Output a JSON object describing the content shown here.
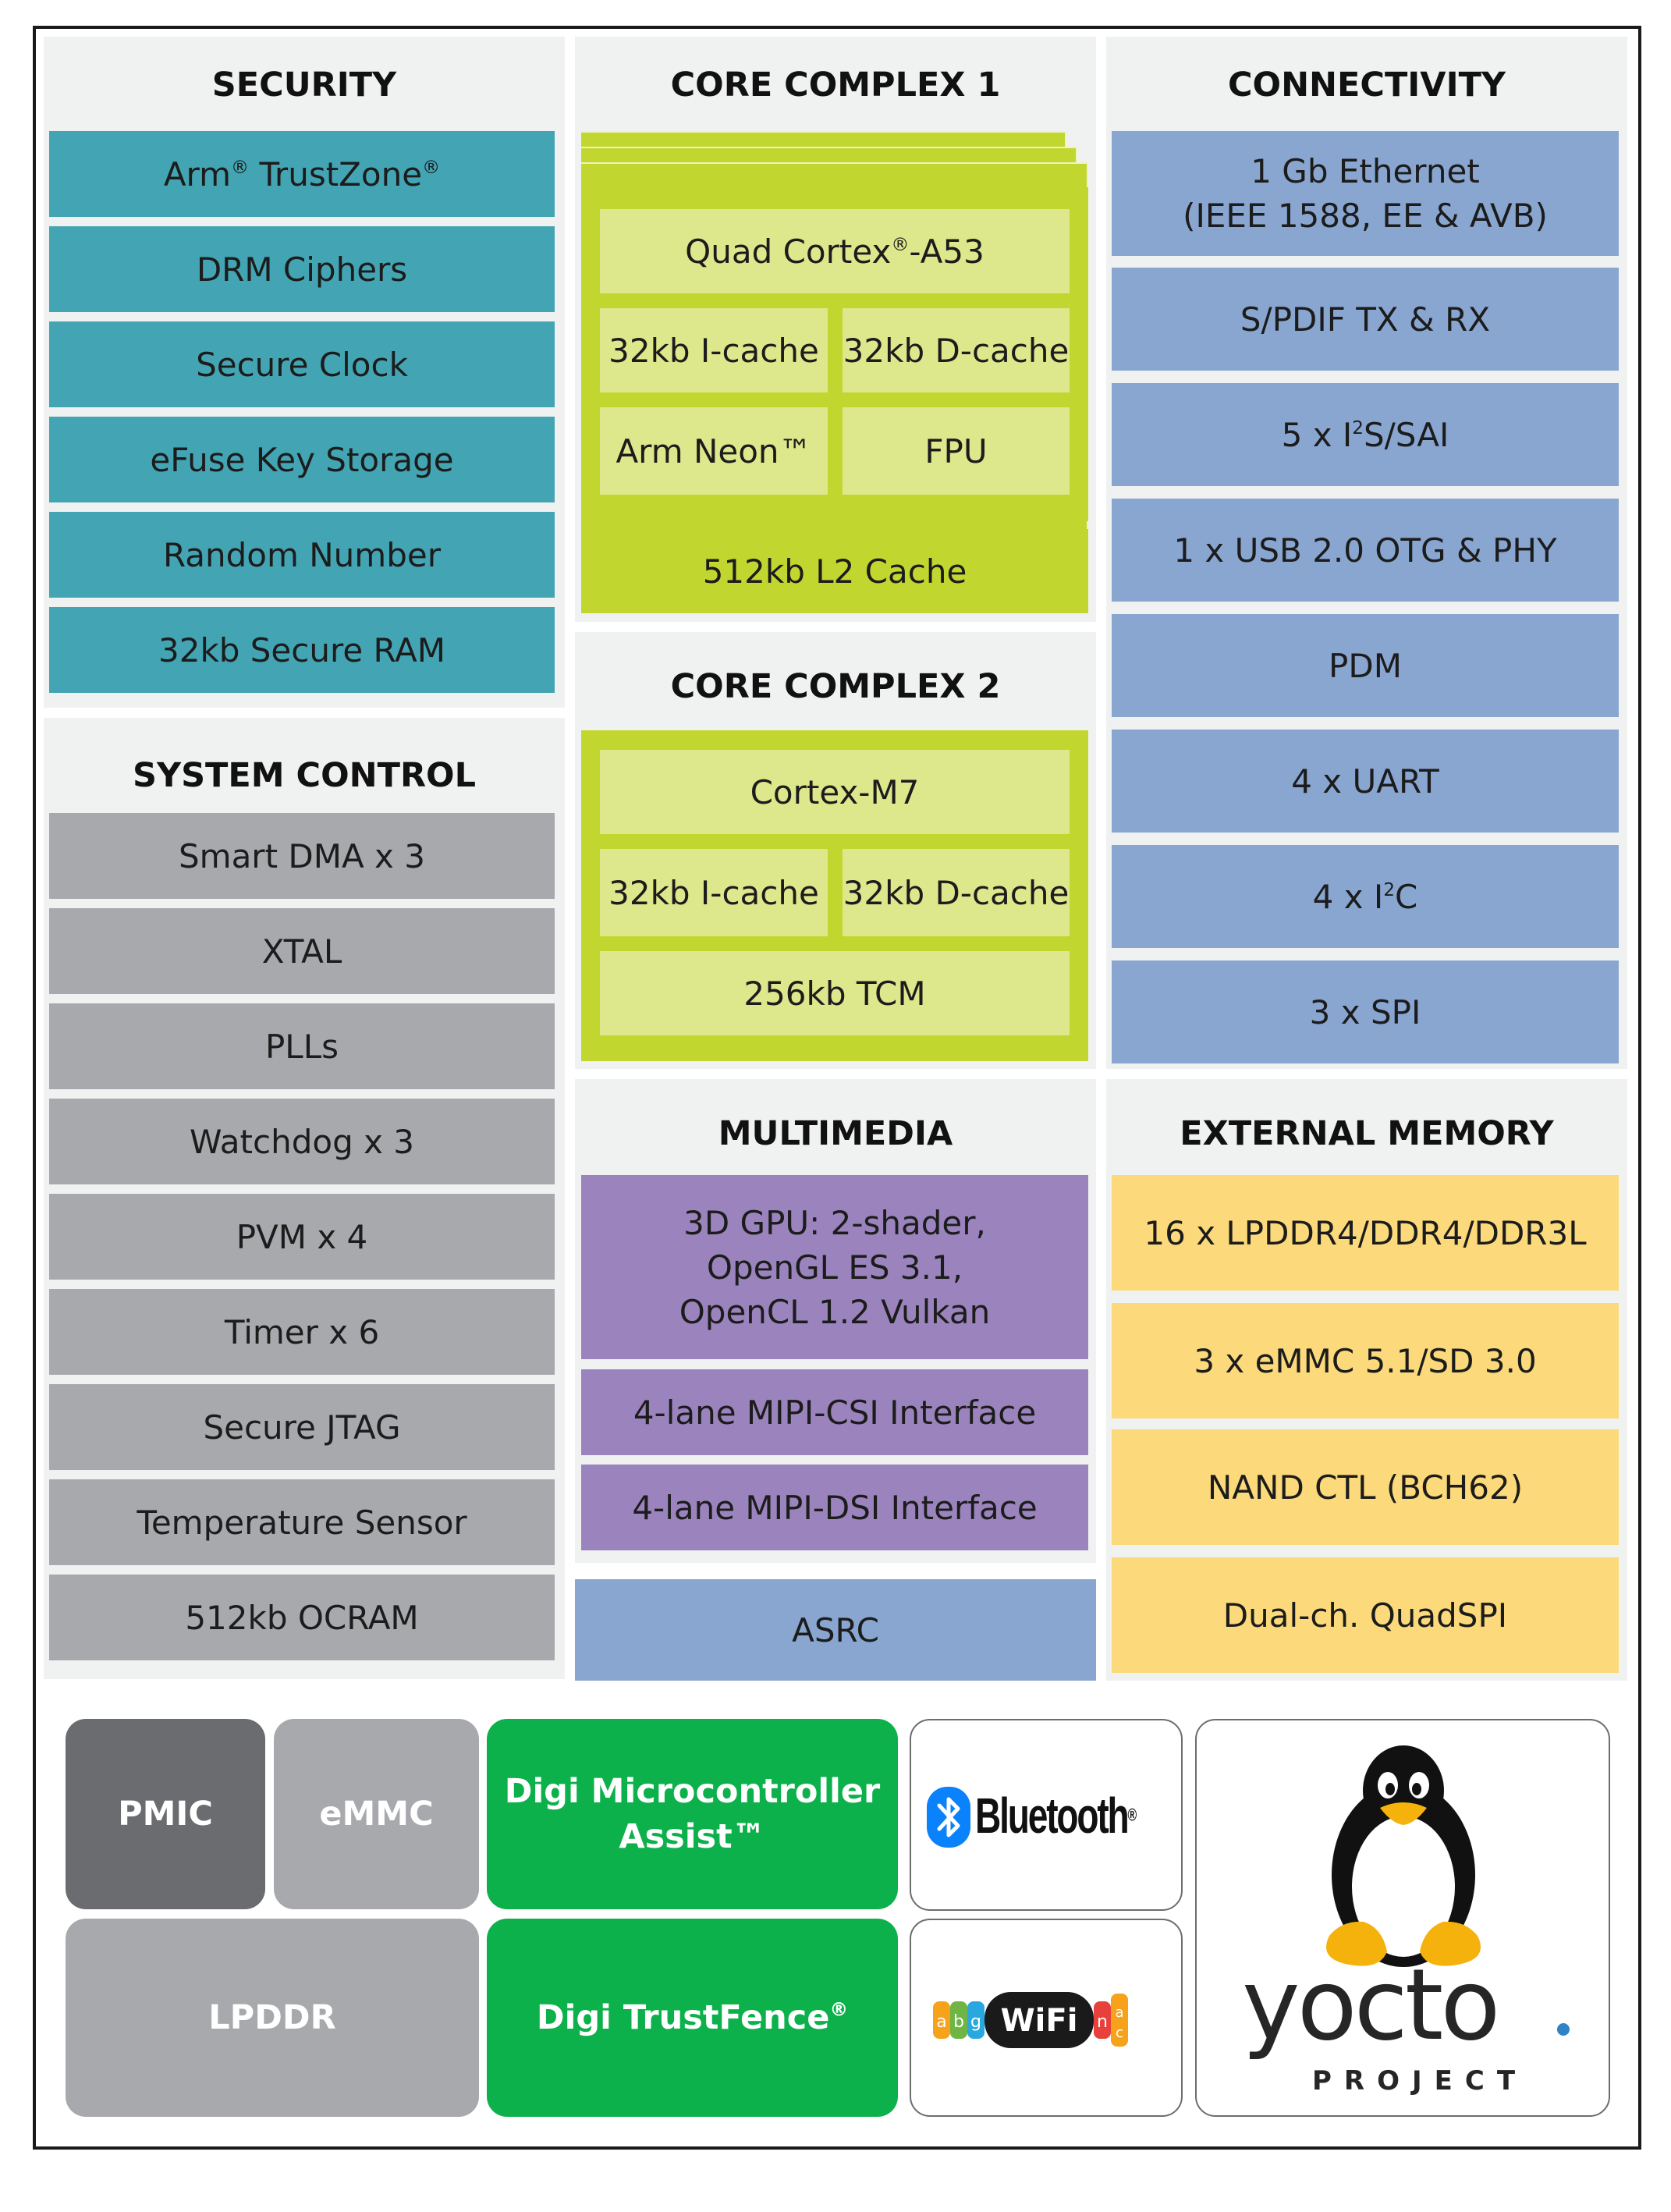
{
  "security": {
    "title": "SECURITY",
    "items": [
      "Arm® TrustZone®",
      "DRM Ciphers",
      "Secure Clock",
      "eFuse Key Storage",
      "Random Number",
      "32kb Secure RAM"
    ]
  },
  "system_control": {
    "title": "SYSTEM CONTROL",
    "items": [
      "Smart DMA x 3",
      "XTAL",
      "PLLs",
      "Watchdog x 3",
      "PVM x 4",
      "Timer x 6",
      "Secure JTAG",
      "Temperature Sensor",
      "512kb OCRAM"
    ]
  },
  "core1": {
    "title": "CORE COMPLEX 1",
    "cpu": "Quad Cortex®-A53",
    "icache": "32kb I-cache",
    "dcache": "32kb D-cache",
    "neon": "Arm Neon™",
    "fpu": "FPU",
    "l2": "512kb L2 Cache"
  },
  "core2": {
    "title": "CORE COMPLEX 2",
    "cpu": "Cortex-M7",
    "icache": "32kb I-cache",
    "dcache": "32kb D-cache",
    "tcm": "256kb TCM"
  },
  "multimedia": {
    "title": "MULTIMEDIA",
    "gpu_line1": "3D GPU: 2-shader,",
    "gpu_line2": "OpenGL ES 3.1,",
    "gpu_line3": "OpenCL 1.2 Vulkan",
    "csi": "4-lane MIPI-CSI Interface",
    "dsi": "4-lane MIPI-DSI Interface"
  },
  "asrc": "ASRC",
  "connectivity": {
    "title": "CONNECTIVITY",
    "eth_line1": "1 Gb Ethernet",
    "eth_line2": "(IEEE 1588, EE & AVB)",
    "spdif": "S/PDIF TX & RX",
    "i2s_pre": "5 x I",
    "i2s_sup": "2",
    "i2s_post": "S/SAI",
    "usb": "1 x USB 2.0 OTG & PHY",
    "pdm": "PDM",
    "uart": "4 x UART",
    "i2c_pre": "4 x I",
    "i2c_sup": "2",
    "i2c_post": "C",
    "spi": "3 x SPI"
  },
  "external_memory": {
    "title": "EXTERNAL MEMORY",
    "items": [
      "16 x LPDDR4/DDR4/DDR3L",
      "3 x eMMC 5.1/SD 3.0",
      "NAND CTL (BCH62)",
      "Dual-ch. QuadSPI"
    ]
  },
  "bottom": {
    "pmic": "PMIC",
    "emmc": "eMMC",
    "lpddr": "LPDDR",
    "mca_line1": "Digi Microcontroller",
    "mca_line2": "Assist™",
    "trustfence": "Digi TrustFence®",
    "bluetooth": "Bluetooth",
    "wifi": "WiFi",
    "wifi_letters": [
      "a",
      "b",
      "g",
      "n",
      "a",
      "c"
    ],
    "yocto": "yocto",
    "yocto_sub": "PROJECT"
  },
  "colors": {
    "security": "#43a5b4",
    "system_control": "#a8a9ad",
    "core": "#c1d72f",
    "core_inner": "#dde78c",
    "connectivity": "#89a6d1",
    "multimedia": "#9b84bd",
    "external_memory": "#fcd97a",
    "digi_green": "#0db14b",
    "pmic": "#6b6c70",
    "memory_gray": "#a8a9ad",
    "bluetooth_blue": "#0a82fb"
  }
}
